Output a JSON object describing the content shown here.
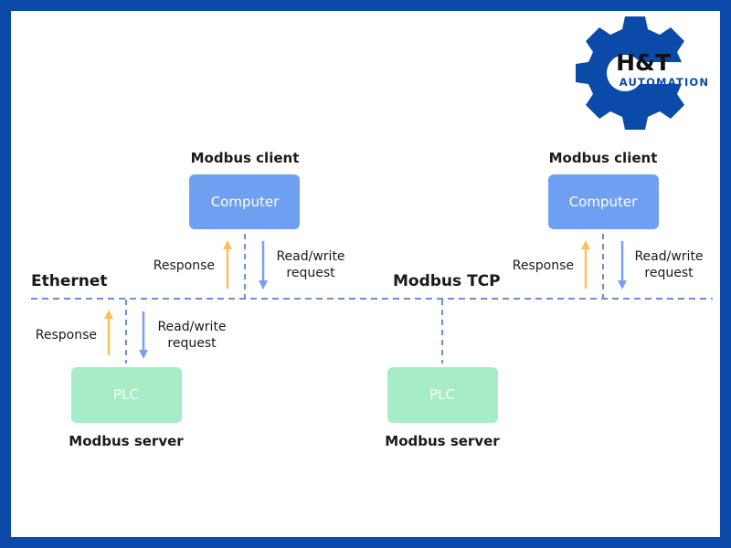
{
  "logo": {
    "brand": "H&T",
    "tagline": "AUTOMATION",
    "color": "#0b4aa8"
  },
  "network": {
    "left_label": "Ethernet",
    "center_label": "Modbus TCP"
  },
  "clients": [
    {
      "role": "Modbus client",
      "device": "Computer",
      "response": "Response",
      "request_line1": "Read/write",
      "request_line2": "request"
    },
    {
      "role": "Modbus client",
      "device": "Computer",
      "response": "Response",
      "request_line1": "Read/write",
      "request_line2": "request"
    }
  ],
  "servers": [
    {
      "role": "Modbus server",
      "device": "PLC",
      "response": "Response",
      "request_line1": "Read/write",
      "request_line2": "request"
    },
    {
      "role": "Modbus server",
      "device": "PLC"
    }
  ],
  "colors": {
    "computer_box": "#6f9ff0",
    "plc_box": "#a6ecc6",
    "dashed_line": "#6a8fd6",
    "response_arrow": "#f7c25a",
    "request_arrow": "#7a9ff0",
    "frame": "#0b4aa8"
  }
}
